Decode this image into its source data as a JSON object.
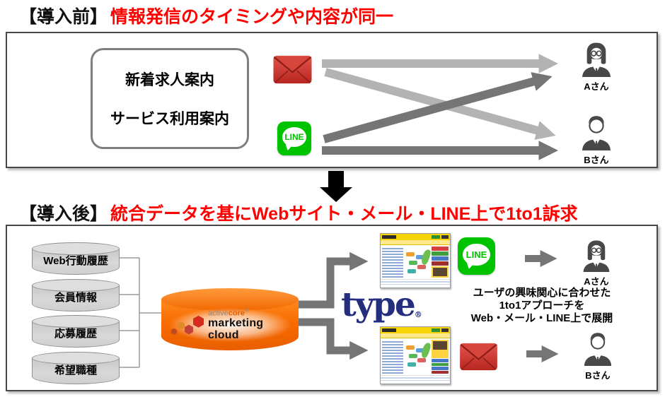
{
  "colors": {
    "title_red": "#ff0000",
    "line_green": "#00c300",
    "mail_red": "#c9302c",
    "arrow_light": "#b3b3b3",
    "arrow_dark": "#757575",
    "platform_orange": "#f76b00",
    "type_navy": "#232e7e"
  },
  "before": {
    "title_prefix": "【導入前】",
    "title": "情報発信のタイミングや内容が同一",
    "source_lines": [
      "新着求人案内",
      "サービス利用案内"
    ],
    "line_label": "LINE",
    "recipient_a": "Aさん",
    "recipient_b": "Bさん"
  },
  "after": {
    "title_prefix": "【導入後】",
    "title": "統合データを基にWebサイト・メール・LINE上で1to1訴求",
    "databases": [
      "Web行動履歴",
      "会員情報",
      "応募履歴",
      "希望職種"
    ],
    "platform": {
      "brand_left": "active",
      "brand_right": "core",
      "reg": "®",
      "product": "marketing cloud"
    },
    "type_brand": "type",
    "type_reg": "®",
    "description_lines": [
      "ユーザの興味関心に合わせた",
      "1to1アプローチを",
      "Web・メール・LINE上で展開"
    ],
    "line_label": "LINE",
    "recipient_a": "Aさん",
    "recipient_b": "Bさん"
  }
}
